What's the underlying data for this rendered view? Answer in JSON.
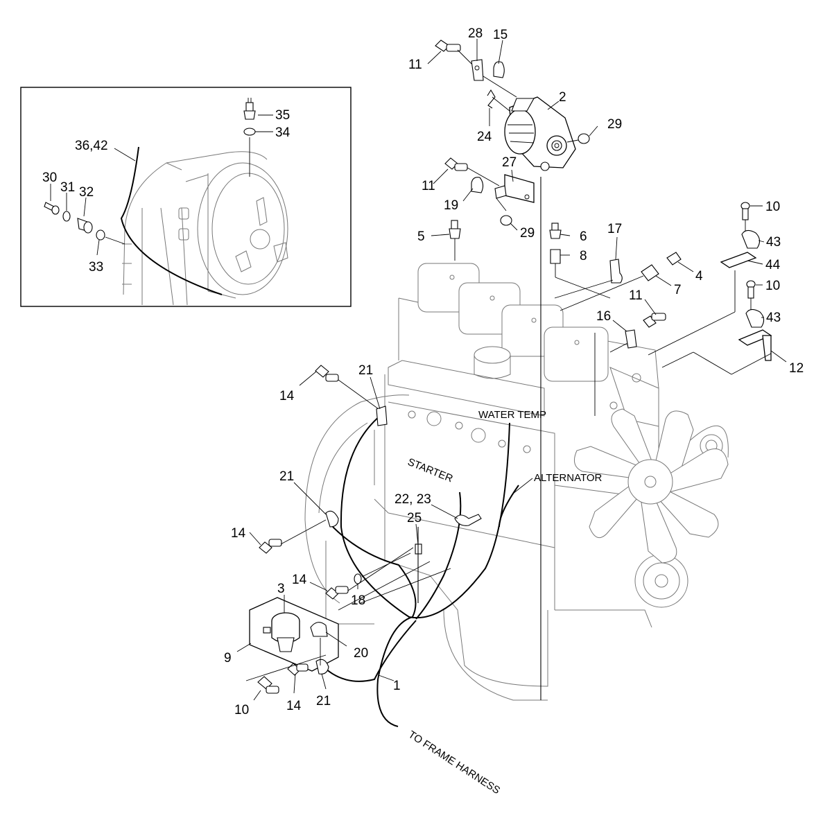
{
  "callouts": {
    "c1": "1",
    "c2": "2",
    "c3": "3",
    "c4": "4",
    "c5": "5",
    "c6": "6",
    "c7": "7",
    "c8": "8",
    "c9": "9",
    "c10a": "10",
    "c10b": "10",
    "c10c": "10",
    "c11a": "11",
    "c11b": "11",
    "c11c": "11",
    "c12": "12",
    "c14a": "14",
    "c14b": "14",
    "c14c": "14",
    "c14d": "14",
    "c15": "15",
    "c16": "16",
    "c17": "17",
    "c18": "18",
    "c19": "19",
    "c20": "20",
    "c21a": "21",
    "c21b": "21",
    "c21c": "21",
    "c2223": "22, 23",
    "c24": "24",
    "c25": "25",
    "c27": "27",
    "c28": "28",
    "c29a": "29",
    "c29b": "29",
    "c30": "30",
    "c31": "31",
    "c32": "32",
    "c33": "33",
    "c34": "34",
    "c35": "35",
    "c3642": "36,42",
    "c43a": "43",
    "c43b": "43",
    "c44": "44"
  },
  "labels": {
    "water_temp": "WATER TEMP",
    "starter": "STARTER",
    "alternator": "ALTERNATOR",
    "to_frame_harness": "TO FRAME HARNESS"
  }
}
